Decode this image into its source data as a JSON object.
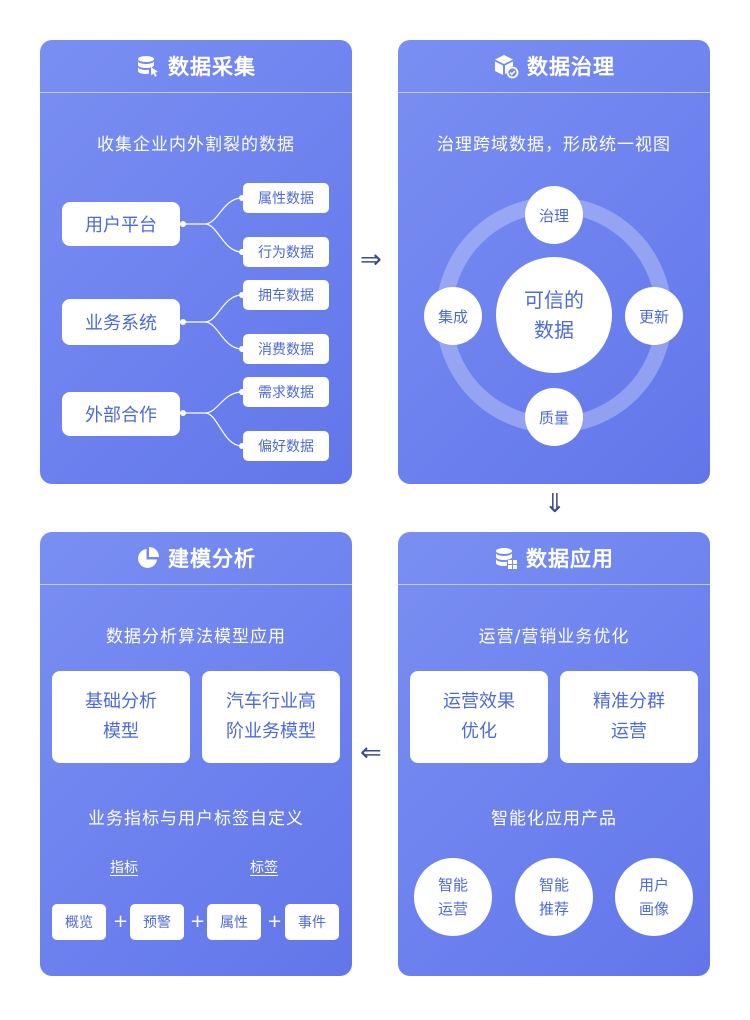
{
  "panels": {
    "collect": {
      "title": "数据采集",
      "subtitle": "收集企业内外割裂的数据",
      "sources": [
        {
          "label": "用户平台",
          "items": [
            "属性数据",
            "行为数据"
          ]
        },
        {
          "label": "业务系统",
          "items": [
            "拥车数据",
            "消费数据"
          ]
        },
        {
          "label": "外部合作",
          "items": [
            "需求数据",
            "偏好数据"
          ]
        }
      ]
    },
    "govern": {
      "title": "数据治理",
      "subtitle": "治理跨域数据，形成统一视图",
      "center": "可信的\n数据",
      "nodes": {
        "top": "治理",
        "left": "集成",
        "right": "更新",
        "bottom": "质量"
      }
    },
    "model": {
      "title": "建模分析",
      "subtitle": "数据分析算法模型应用",
      "models": [
        "基础分析\n模型",
        "汽车行业高\n阶业务模型"
      ],
      "subtitle2": "业务指标与用户标签自定义",
      "tab_labels": [
        "指标",
        "标签"
      ],
      "tags": [
        "概览",
        "预警",
        "属性",
        "事件"
      ],
      "plus": "+"
    },
    "apply": {
      "title": "数据应用",
      "subtitle": "运营/营销业务优化",
      "boxes": [
        "运营效果\n优化",
        "精准分群\n运营"
      ],
      "subtitle2": "智能化应用产品",
      "products": [
        "智能\n运营",
        "智能\n推荐",
        "用户\n画像"
      ]
    }
  },
  "arrows": {
    "right": "⇒",
    "down": "⇓",
    "left": "⇐"
  },
  "icons": [
    "database-icon",
    "cube-icon",
    "pie-chart-icon",
    "server-icon"
  ],
  "colors": {
    "panel": "#6f84ef",
    "accent_text": "#4e6ad8",
    "arrow": "#3d4a8c"
  }
}
